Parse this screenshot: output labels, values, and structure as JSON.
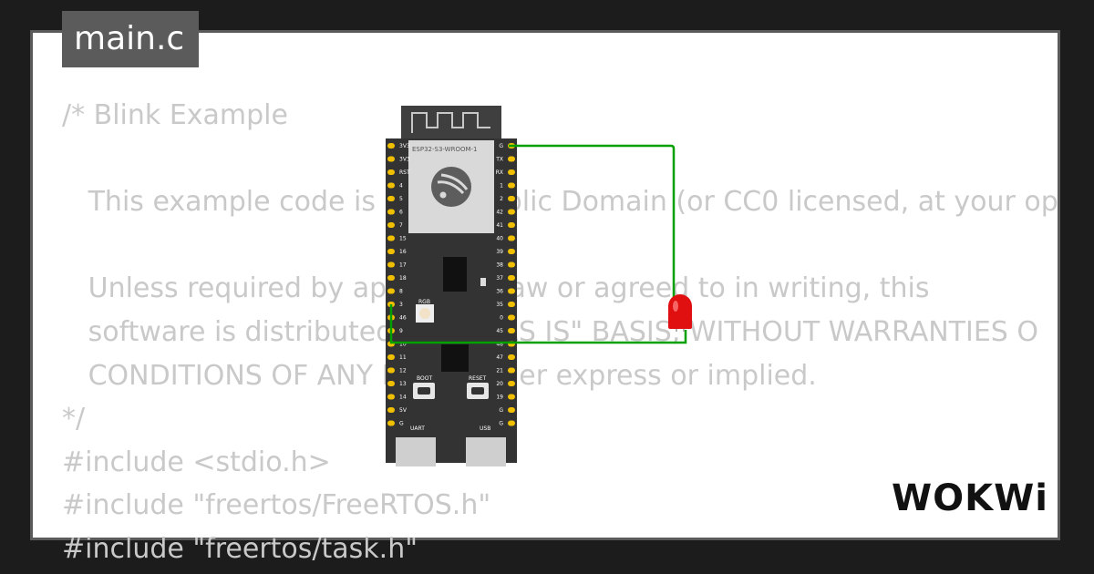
{
  "editor": {
    "file_tab": "main.c",
    "code_lines": [
      "/* Blink Example",
      "",
      "   This example code is in the Public Domain (or CC0 licensed, at your op",
      "",
      "   Unless required by applicable law or agreed to in writing, this",
      "   software is distributed on an \"AS IS\" BASIS, WITHOUT WARRANTIES O",
      "   CONDITIONS OF ANY KIND, either express or implied.",
      "*/",
      "#include <stdio.h>",
      "#include \"freertos/FreeRTOS.h\"",
      "#include \"freertos/task.h\""
    ]
  },
  "board": {
    "module_label": "ESP32-S3-WROOM-1",
    "rgb_label": "RGB",
    "boot_label": "BOOT",
    "reset_label": "RESET",
    "uart_label": "UART",
    "usb_label": "USB",
    "left_pins": [
      "3V3",
      "3V3",
      "RST",
      "4",
      "5",
      "6",
      "7",
      "15",
      "16",
      "17",
      "18",
      "8",
      "3",
      "46",
      "9",
      "10",
      "11",
      "12",
      "13",
      "14",
      "5V",
      "G"
    ],
    "right_pins": [
      "G",
      "TX",
      "RX",
      "1",
      "2",
      "42",
      "41",
      "40",
      "39",
      "38",
      "37",
      "36",
      "35",
      "0",
      "45",
      "48",
      "47",
      "21",
      "20",
      "19",
      "G",
      "G"
    ]
  },
  "colors": {
    "wire": "#00a000",
    "led": "#e01010",
    "board": "#333333",
    "pin": "#f0c000"
  },
  "brand": {
    "logo_text": "WOKWi"
  }
}
